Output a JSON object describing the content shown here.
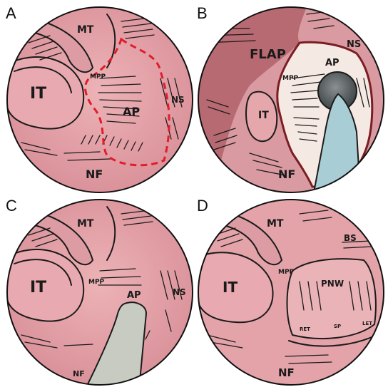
{
  "panels": [
    {
      "letter": "A",
      "labels": {
        "mt": "MT",
        "it": "IT",
        "mpp": "MPP",
        "ap": "AP",
        "ns": "NS",
        "nf": "NF"
      }
    },
    {
      "letter": "B",
      "labels": {
        "flap": "FLAP",
        "ns": "NS",
        "ap": "AP",
        "mpp": "MPP",
        "it": "IT",
        "nf": "NF"
      }
    },
    {
      "letter": "C",
      "labels": {
        "mt": "MT",
        "it": "IT",
        "mpp": "MPP",
        "ap": "AP",
        "ns": "NS",
        "nf": "NF"
      }
    },
    {
      "letter": "D",
      "labels": {
        "mt": "MT",
        "bs": "BS",
        "it": "IT",
        "mpp": "MPP",
        "pnw": "PNW",
        "ret": "RET",
        "sp": "SP",
        "let": "LET",
        "nf": "NF"
      }
    }
  ],
  "colors": {
    "tissue": "#e4a3a8",
    "tissue_dark": "#c97d86",
    "flap": "#b86a73",
    "exposed_area": "#f5e9e3",
    "instrument_blue": "#a9cdd4",
    "instrument_gray": "#c8cbc2",
    "outline_red": "#e21c2a",
    "flap_border": "#7a1d24"
  }
}
